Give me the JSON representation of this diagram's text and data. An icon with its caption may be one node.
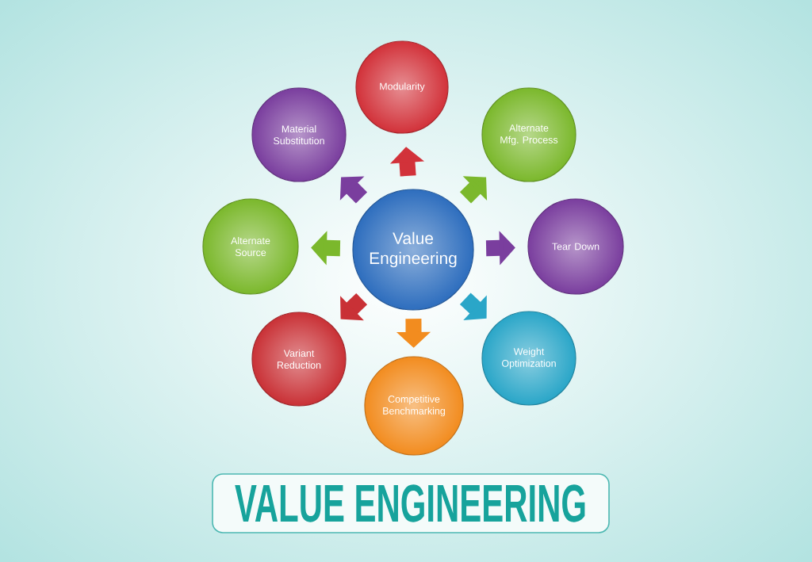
{
  "diagram": {
    "title": "VALUE ENGINEERING",
    "nodes": [
      {
        "text": [
          "Value Engineering"
        ]
      },
      {
        "text": [
          "Modularity"
        ]
      },
      {
        "text": [
          "Alternate Mfg. Process"
        ]
      },
      {
        "text": [
          "Tear Down"
        ]
      },
      {
        "text": [
          "Weight Optimization"
        ]
      },
      {
        "text": [
          "Competitive Benchmarking"
        ]
      },
      {
        "text": [
          "Variant Reduction"
        ]
      },
      {
        "text": [
          "Alternate Source"
        ]
      },
      {
        "text": [
          "Material Substitution"
        ]
      }
    ],
    "edges": [
      {
        "from": 0,
        "to": 1,
        "arrow": "to",
        "color": "#d2323a"
      },
      {
        "from": 0,
        "to": 2,
        "arrow": "to",
        "color": "#7bb82c"
      },
      {
        "from": 0,
        "to": 3,
        "arrow": "to",
        "color": "#7a3e9e"
      },
      {
        "from": 0,
        "to": 4,
        "arrow": "to",
        "color": "#2aa6c8"
      },
      {
        "from": 0,
        "to": 5,
        "arrow": "to",
        "color": "#f28c1f"
      },
      {
        "from": 0,
        "to": 6,
        "arrow": "to",
        "color": "#c93136"
      },
      {
        "from": 0,
        "to": 7,
        "arrow": "to",
        "color": "#7bb82c"
      },
      {
        "from": 0,
        "to": 8,
        "arrow": "to",
        "color": "#7a3e9e"
      }
    ]
  }
}
